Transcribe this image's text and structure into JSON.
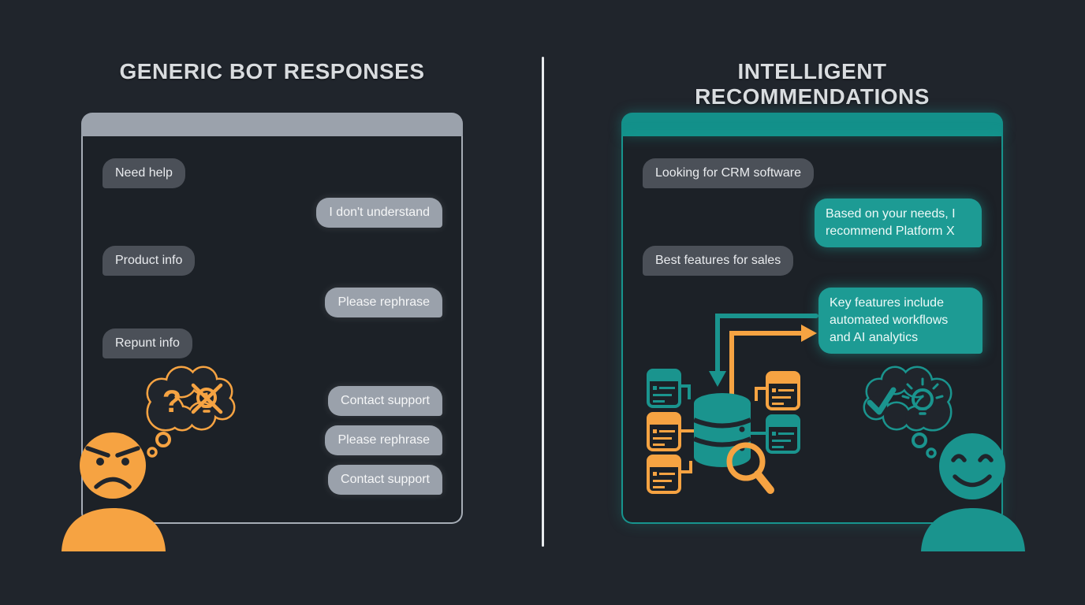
{
  "colors": {
    "background": "#20252C",
    "accent_orange": "#F6A342",
    "accent_teal": "#1A948E",
    "user_bubble_gray": "#4B5058",
    "bot_bubble_gray": "#9AA1AB",
    "bot_bubble_teal": "#1D9B94",
    "window_header_gray": "#9BA2AC",
    "window_header_teal": "#13908A",
    "title_text": "#D9DCDF"
  },
  "left_panel": {
    "title": "GENERIC BOT RESPONSES",
    "messages": [
      {
        "role": "user",
        "text": "Need help"
      },
      {
        "role": "bot",
        "text": "I don't understand"
      },
      {
        "role": "user",
        "text": "Product info"
      },
      {
        "role": "bot",
        "text": "Please rephrase"
      },
      {
        "role": "user",
        "text": "Repunt info"
      },
      {
        "role": "bot",
        "text": "Contact support"
      },
      {
        "role": "bot",
        "text": "Please rephrase"
      },
      {
        "role": "bot",
        "text": "Contact support"
      }
    ],
    "icon_glyphs": {
      "question_mark": "?"
    },
    "icons": [
      "thought-bubble-icon",
      "question-mark-icon",
      "crossed-lightbulb-icon",
      "angry-user-icon"
    ]
  },
  "right_panel": {
    "title": "INTELLIGENT RECOMMENDATIONS",
    "messages": [
      {
        "role": "user",
        "text": "Looking for CRM software"
      },
      {
        "role": "bot",
        "text": "Based on your needs, I recommend Platform X"
      },
      {
        "role": "user",
        "text": "Best features for sales"
      },
      {
        "role": "bot",
        "text": "Key features include automated workflows and AI analytics"
      }
    ],
    "icons": [
      "down-arrow-icon",
      "right-arrow-icon",
      "database-icon",
      "document-icon",
      "magnifier-icon",
      "thought-bubble-icon",
      "checkmark-icon",
      "lightbulb-icon",
      "happy-user-icon"
    ]
  }
}
